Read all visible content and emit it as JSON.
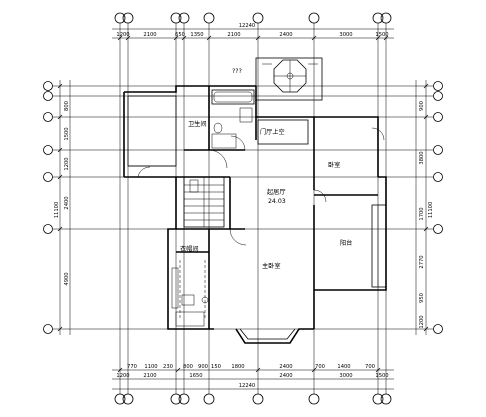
{
  "dimensions": {
    "top_total": "12240",
    "top_row": [
      "1200",
      "2100",
      "650",
      "1350",
      "2100",
      "2400",
      "3000",
      "1500"
    ],
    "bottom_total": "12240",
    "bottom_row1": [
      "770",
      "1100",
      "230",
      "800",
      "900",
      "150",
      "1800",
      "2400",
      "700",
      "1400",
      "700"
    ],
    "bottom_row2": [
      "1200",
      "2100",
      "1650",
      "2400",
      "3000",
      "1500"
    ],
    "left_total": "11100",
    "left_segments": [
      "800",
      "1500",
      "1200",
      "2400",
      "4900"
    ],
    "right_total": "11100",
    "right_segments": [
      "900",
      "3800",
      "1700",
      "2770",
      "950",
      "1200"
    ]
  },
  "rooms": {
    "bathroom": "卫生间",
    "entry": "门厅上空",
    "living_upper": "起居厅",
    "living_upper_area": "24.03",
    "bedroom_right": "卧室",
    "balcony": "阳台",
    "closet": "衣帽间",
    "master_bedroom": "主卧室",
    "unknown_marker": "???"
  }
}
